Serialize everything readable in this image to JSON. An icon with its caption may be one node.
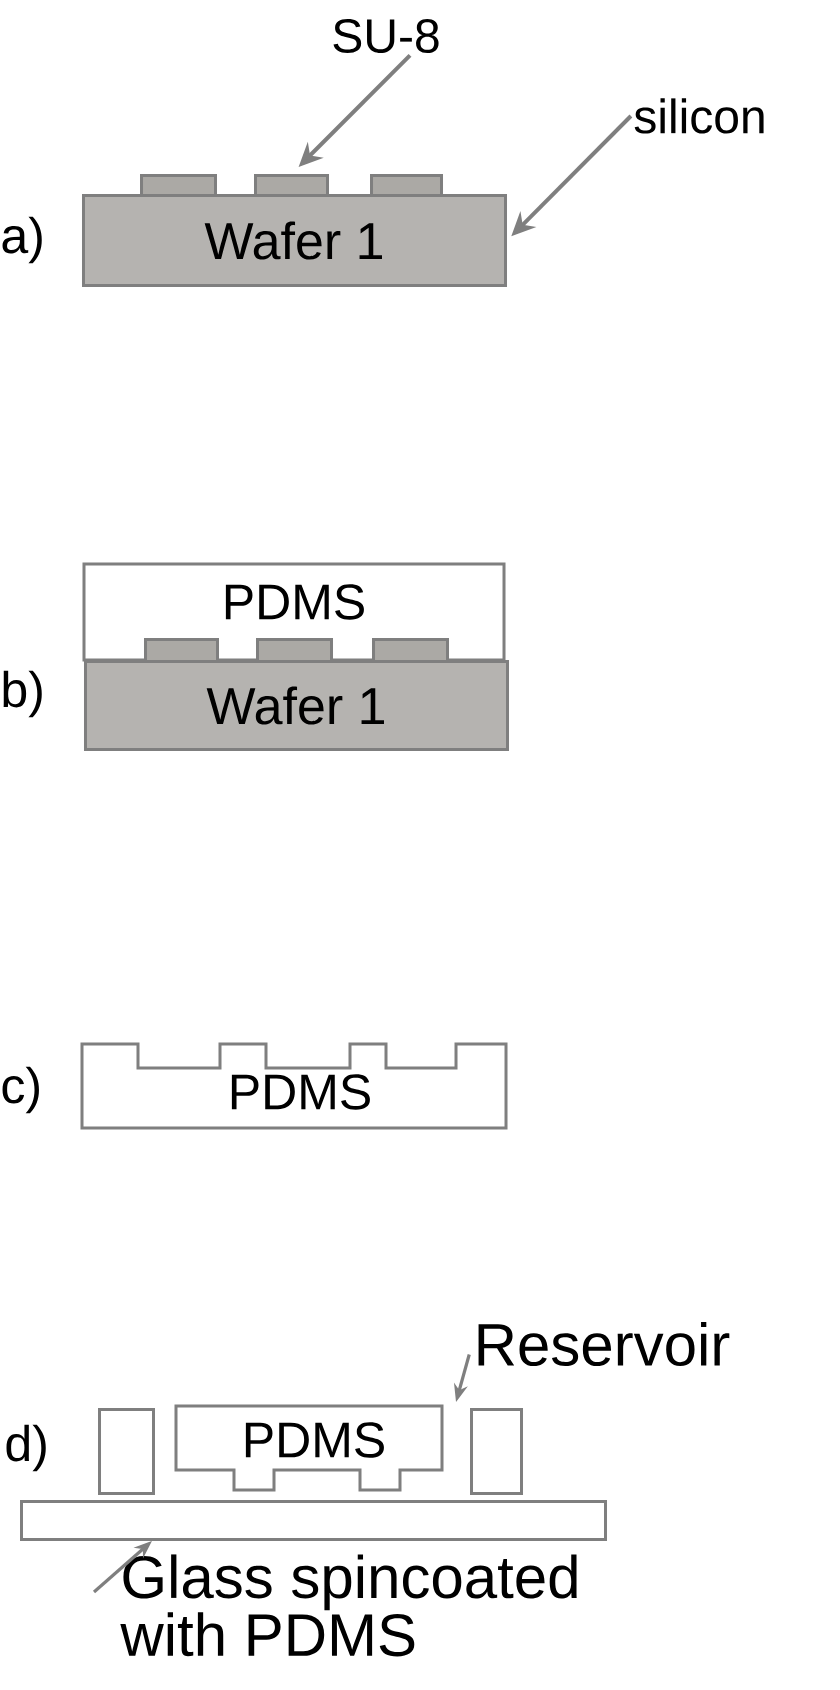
{
  "diagram": {
    "nodes": [
      {
        "text": [
          "SU-8"
        ]
      },
      {
        "text": [
          "silicon"
        ]
      },
      {
        "text": [],
        "shape": "box"
      },
      {
        "text": [],
        "shape": "box"
      },
      {
        "text": [],
        "shape": "box"
      },
      {
        "text": [
          "Wafer 1"
        ]
      },
      {
        "text": [
          "PDMS"
        ]
      },
      {
        "text": [],
        "shape": "box",
        "in": 6
      },
      {
        "text": [],
        "shape": "box",
        "in": 6
      },
      {
        "text": [],
        "shape": "box",
        "in": 6
      },
      {
        "text": [
          "Wafer 1"
        ]
      },
      {
        "text": [
          "PDMS"
        ]
      },
      {
        "text": [
          "Reservoir"
        ]
      },
      {
        "text": [],
        "shape": "box"
      },
      {
        "text": [
          "PDMS"
        ]
      },
      {
        "text": [],
        "shape": "box"
      },
      {
        "text": [],
        "shape": "box"
      },
      {
        "text": [
          "Glass spincoated with PDMS"
        ]
      }
    ],
    "edges": [
      {
        "from": 0,
        "to": 3,
        "arrow": "to"
      },
      {
        "from": 1,
        "to": 5,
        "arrow": "to"
      },
      {
        "from": 12,
        "to": null,
        "arrow": "to"
      },
      {
        "from": 17,
        "to": 16,
        "arrow": "to"
      }
    ],
    "labels": [
      "a)",
      "b)",
      "c)",
      "d)"
    ]
  }
}
